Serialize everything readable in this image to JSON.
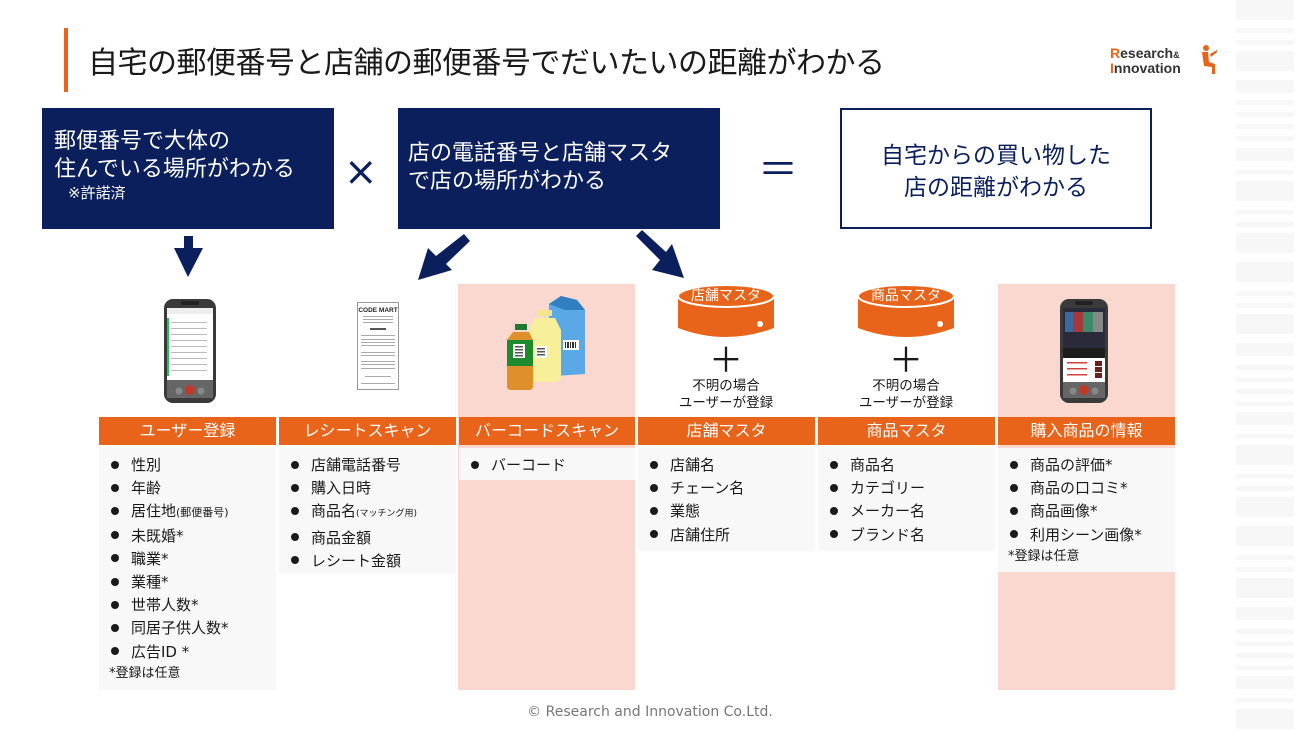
{
  "title": "自宅の郵便番号と店舗の郵便番号でだいたいの距離がわかる",
  "logo": {
    "line1_first": "R",
    "line1_rest": "esearch",
    "amp": "&",
    "line2_first": "I",
    "line2_rest": "nnovation"
  },
  "formula": {
    "box1": {
      "line1": "郵便番号で大体の",
      "line2": "住んでいる場所がわかる",
      "note": "※許諾済"
    },
    "operator1": "×",
    "box2": {
      "line1": "店の電話番号と店舗マスタ",
      "line2": "で店の場所がわかる"
    },
    "operator2": "＝",
    "result": {
      "line1": "自宅からの買い物した",
      "line2": "店の距離がわかる"
    }
  },
  "columns": [
    {
      "header": "ユーザー登録",
      "icon": "smartphone-registration-icon",
      "highlighted": false,
      "items": [
        "性別",
        "年齢",
        "居住地",
        "未既婚*",
        "職業*",
        "業種*",
        "世帯人数*",
        "同居子供人数*",
        "広告ID *"
      ],
      "item_note_index": 2,
      "item_note": "(郵便番号)",
      "footnote": "*登録は任意"
    },
    {
      "header": "レシートスキャン",
      "icon": "receipt-icon",
      "receipt_title": "CODE MART",
      "highlighted": false,
      "items": [
        "店舗電話番号",
        "購入日時",
        "商品名",
        "商品金額",
        "レシート金額"
      ],
      "item_note_index": 2,
      "item_note": "(マッチング用)"
    },
    {
      "header": "バーコードスキャン",
      "icon": "product-bottles-icon",
      "highlighted": true,
      "items": [
        "バーコード"
      ]
    },
    {
      "header": "店舗マスタ",
      "icon": "database-icon",
      "db_label": "店舗マスタ",
      "plus": "＋",
      "unknown_line1": "不明の場合",
      "unknown_line2": "ユーザーが登録",
      "highlighted": false,
      "items": [
        "店舗名",
        "チェーン名",
        "業態",
        "店舗住所"
      ]
    },
    {
      "header": "商品マスタ",
      "icon": "database-icon",
      "db_label": "商品マスタ",
      "plus": "＋",
      "unknown_line1": "不明の場合",
      "unknown_line2": "ユーザーが登録",
      "highlighted": false,
      "items": [
        "商品名",
        "カテゴリー",
        "メーカー名",
        "ブランド名"
      ]
    },
    {
      "header": "購入商品の情報",
      "icon": "smartphone-product-icon",
      "highlighted": true,
      "items": [
        "商品の評価*",
        "商品の口コミ*",
        "商品画像*",
        "利用シーン画像*"
      ],
      "footnote": "*登録は任意"
    }
  ],
  "colors": {
    "navy": "#0b1f5c",
    "orange": "#e8641a",
    "pink": "#fad8cf",
    "list_bg": "#f8f8f8"
  },
  "footer": "© Research and Innovation Co.Ltd."
}
